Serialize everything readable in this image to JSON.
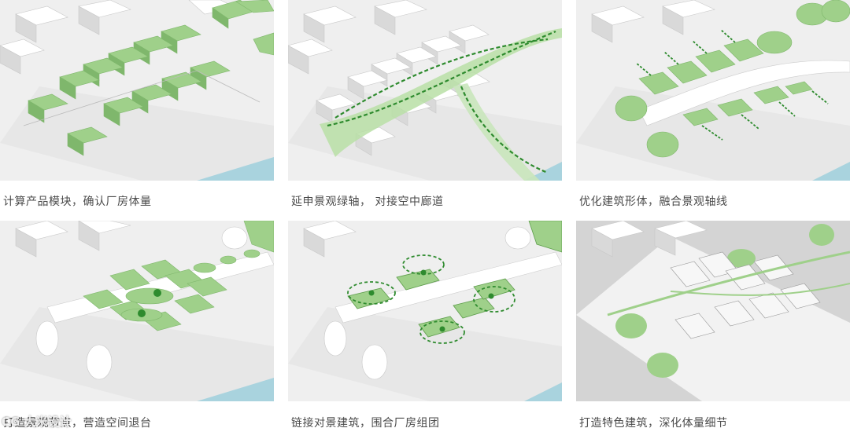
{
  "colors": {
    "panel_bg": "#efefef",
    "building_green": "#9fd08a",
    "building_green_side": "#7fb76c",
    "white_building": "#ffffff",
    "white_building_side": "#d9d9d9",
    "axis_green": "#2e8b2e",
    "water": "#a9d3de",
    "caption_text": "#4a4a4a"
  },
  "panels": [
    {
      "caption": "计算产品模块，确认厂房体量"
    },
    {
      "caption": "延申景观绿轴， 对接空中廊道"
    },
    {
      "caption": "优化建筑形体，融合景观轴线"
    },
    {
      "caption": "打造景观节点，营造空间退台"
    },
    {
      "caption": "链接对景建筑，围合厂房组团"
    },
    {
      "caption": "打造特色建筑，深化体量细节"
    }
  ],
  "watermark": "CG 大米设计"
}
